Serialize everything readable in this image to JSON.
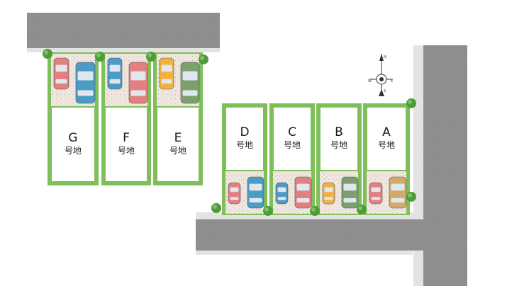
{
  "plot_suffix": "号地",
  "lots": [
    {
      "id": "G",
      "cars": [
        "#e47f7f",
        "#4b9bc4"
      ]
    },
    {
      "id": "F",
      "cars": [
        "#4b9bc4",
        "#e47f7f"
      ]
    },
    {
      "id": "E",
      "cars": [
        "#f0b23c",
        "#7ba06e"
      ]
    },
    {
      "id": "D",
      "cars": [
        "#e47f7f",
        "#4b9bc4"
      ]
    },
    {
      "id": "C",
      "cars": [
        "#4b9bc4",
        "#e47f7f"
      ]
    },
    {
      "id": "B",
      "cars": [
        "#f0b23c",
        "#7ba06e"
      ]
    },
    {
      "id": "A",
      "cars": [
        "#e47f7f",
        "#d4a867"
      ]
    }
  ],
  "compass": {
    "north": "N",
    "south": "S",
    "east": "E",
    "west": "W"
  },
  "colors": {
    "road": "#8c8c8c",
    "sidewalk": "#e3e3e3",
    "lot_border": "#7fbf5a",
    "lot_fill": "#ffffff",
    "parking": "#efe3d6",
    "tree": "#4f9a3a"
  }
}
